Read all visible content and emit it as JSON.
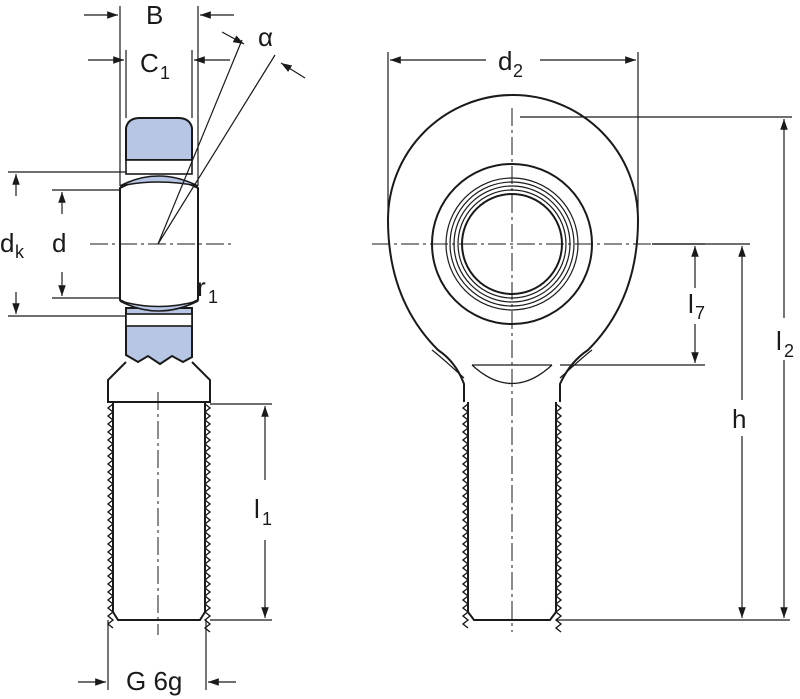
{
  "colors": {
    "line": "#1a1a1a",
    "ring": "#b8c6e6",
    "background": "#ffffff"
  },
  "side_view": {
    "labels": {
      "B": "B",
      "C1": "C",
      "C1_sub": "1",
      "alpha": "α",
      "dk": "d",
      "dk_sub": "k",
      "d": "d",
      "r1": "r",
      "r1_sub": "1",
      "l1": "l",
      "l1_sub": "1",
      "thread": "G 6g"
    }
  },
  "front_view": {
    "labels": {
      "d2": "d",
      "d2_sub": "2",
      "l7": "l",
      "l7_sub": "7",
      "h": "h",
      "l2": "l",
      "l2_sub": "2"
    }
  }
}
